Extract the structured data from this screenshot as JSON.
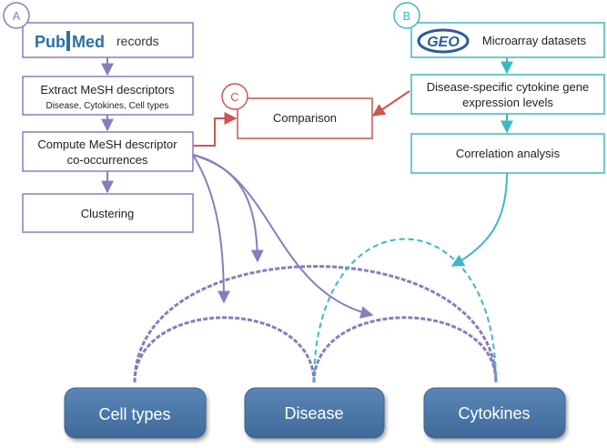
{
  "panel_a": {
    "badge": "A",
    "pubmed_logo": {
      "part1": "Pub",
      "part2": "Med"
    },
    "records_label": "records",
    "extract_title": "Extract MeSH descriptors",
    "extract_subtitle": "Disease, Cytokines, Cell types",
    "compute_line1": "Compute MeSH descriptor",
    "compute_line2": "co-occurrences",
    "clustering": "Clustering"
  },
  "panel_b": {
    "badge": "B",
    "geo_logo": "GEO",
    "microarray_label": "Microarray datasets",
    "disease_line1": "Disease-specific cytokine gene",
    "disease_line2": "expression levels",
    "correlation": "Correlation analysis"
  },
  "panel_c": {
    "badge": "C",
    "comparison": "Comparison"
  },
  "nodes": {
    "cell_types": "Cell types",
    "disease": "Disease",
    "cytokines": "Cytokines"
  },
  "colors": {
    "purple": "#8B7BBE",
    "teal": "#3BB8C6",
    "red": "#C9574F",
    "node_fill": "#4C76A5",
    "pubmed_blue": "#2C6FA4",
    "geo_blue": "#2A5E95"
  }
}
